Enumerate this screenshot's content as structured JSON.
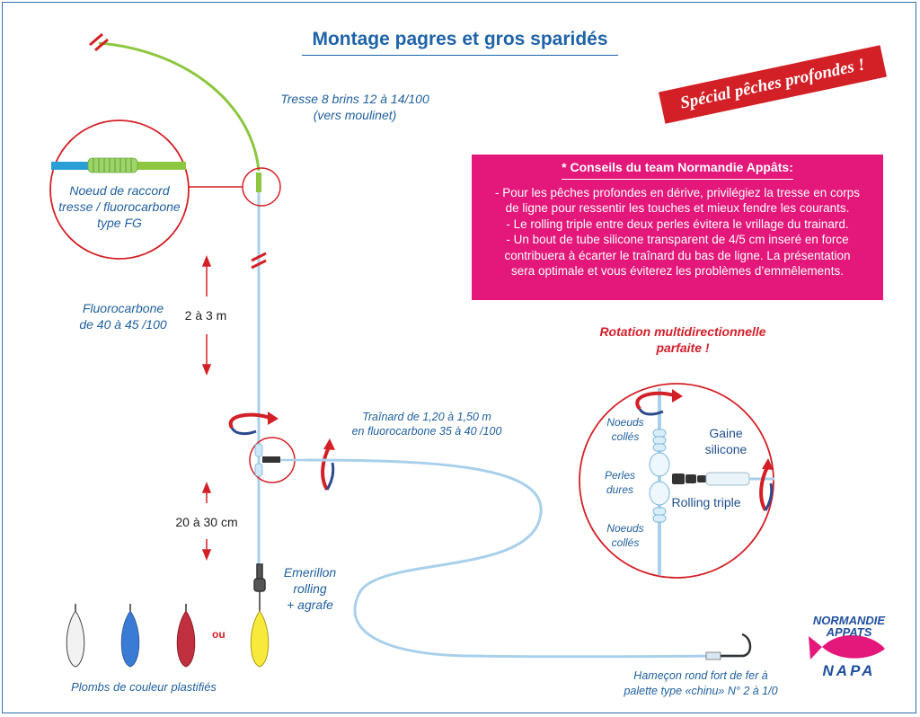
{
  "title": "Montage pagres et gros sparidés",
  "special": "Spécial pêches profondes !",
  "braid_label": [
    "Tresse 8 brins 12 à 14/100",
    "(vers moulinet)"
  ],
  "knot_label": [
    "Noeud de raccord",
    "tresse / fluorocarbone",
    "type FG"
  ],
  "fluoro_label": [
    "Fluorocarbone",
    "de 40 à 45 /100"
  ],
  "length_top": "2 à 3 m",
  "length_bottom": "20 à 30 cm",
  "trainard_label": [
    "Traînard de 1,20 à 1,50 m",
    "en fluorocarbone 35 à 40 /100"
  ],
  "swivel_label": [
    "Emerillon",
    "rolling",
    "+ agrafe"
  ],
  "sinkers_label": "Plombs de couleur plastifiés",
  "or_label": "ou",
  "hook_label": [
    "Hameçon rond fort de fer à",
    "palette type «chinu» N° 2 à 1/0"
  ],
  "tips": {
    "heading": "* Conseils du team Normandie Appâts:",
    "lines": [
      "- Pour les pêches profondes en dérive, privilégiez la tresse en corps",
      "de ligne pour  ressentir les touches et mieux fendre les courants.",
      "- Le rolling triple entre deux perles évitera le vrillage du trainard.",
      "- Un bout de tube silicone transparent de 4/5 cm inseré en force",
      "contribuera à écarter le traînard du bas de ligne. La présentation",
      "sera optimale et vous éviterez les problèmes d’emmêlements."
    ]
  },
  "rotation_label": [
    "Rotation multidirectionnelle",
    "parfaite !"
  ],
  "detail": {
    "knots_top": [
      "Noeuds",
      "collés"
    ],
    "beads": [
      "Perles",
      "dures"
    ],
    "knots_bottom": [
      "Noeuds",
      "collés"
    ],
    "sleeve": [
      "Gaine",
      "silicone"
    ],
    "rolling": "Rolling triple"
  },
  "logo": [
    "NORMANDIE",
    "APPATS",
    "NAPA"
  ],
  "colors": {
    "title_blue": "#1f63a8",
    "label_blue": "#1f5f9e",
    "red": "#d32027",
    "pink": "#e4177a",
    "braid_green": "#8dc63f",
    "line_blue": "#a9d0ea"
  }
}
